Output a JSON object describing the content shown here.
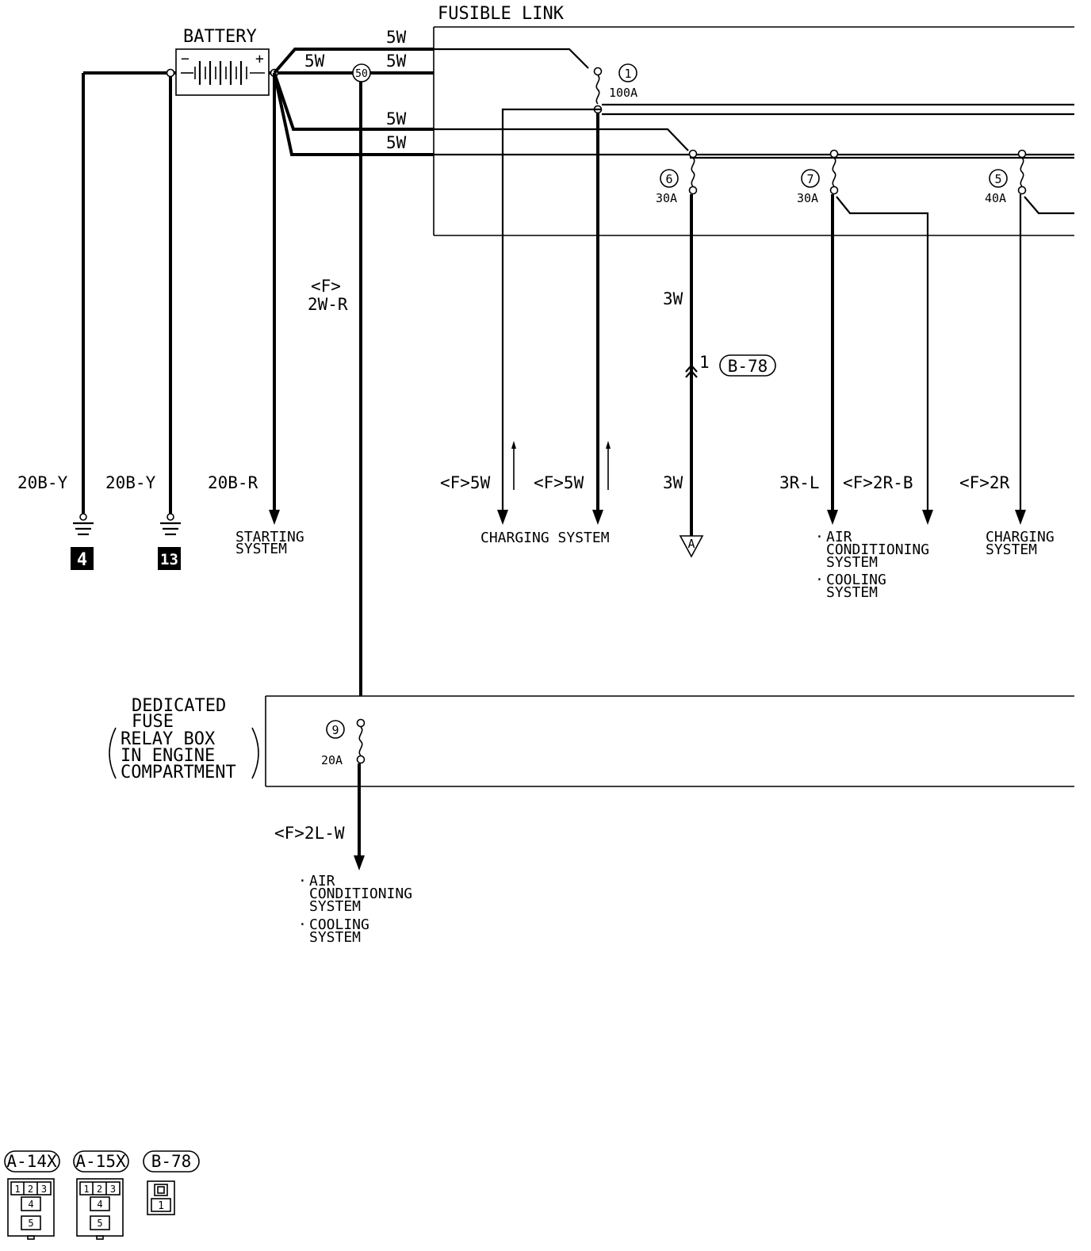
{
  "labels": {
    "fusible_link": "FUSIBLE LINK",
    "battery": "BATTERY",
    "battery_neg": "−",
    "battery_pos": "+",
    "dedicated_line1": "DEDICATED",
    "dedicated_line2": "FUSE",
    "dedicated_line3": "RELAY BOX",
    "dedicated_line4": "IN ENGINE",
    "dedicated_line5": "COMPARTMENT"
  },
  "wires": {
    "top_5w_a": "5W",
    "top_5w_b": "5W",
    "top_5w_c": "5W",
    "mid_5w_a": "5W",
    "mid_5w_b": "5W",
    "f_2w_r_a": "<F>",
    "f_2w_r_b": "2W-R",
    "w_20b_y_1": "20B-Y",
    "w_20b_y_2": "20B-Y",
    "w_20b_r": "20B-R",
    "f_5w_1": "<F>5W",
    "f_5w_2": "<F>5W",
    "w_3w_upper": "3W",
    "w_3w_lower": "3W",
    "w_3r_l": "3R-L",
    "f_2r_b": "<F>2R-B",
    "f_2r": "<F>2R",
    "f_2l_w": "<F>2L-W"
  },
  "splice": "50",
  "fuses": [
    {
      "number": "1",
      "rating": "100A"
    },
    {
      "number": "6",
      "rating": "30A"
    },
    {
      "number": "7",
      "rating": "30A"
    },
    {
      "number": "5",
      "rating": "40A"
    },
    {
      "number": "9",
      "rating": "20A"
    }
  ],
  "connector_ref": {
    "pin": "1",
    "name": "B-78"
  },
  "ground_points": [
    "4",
    "13"
  ],
  "destinations": {
    "starting_line1": "STARTING",
    "starting_line2": "SYSTEM",
    "charging_system": "CHARGING SYSTEM",
    "connector_a": "A",
    "ac1_bullet": "·",
    "ac1_line1": "AIR",
    "ac1_line2": "CONDITIONING",
    "ac1_line3": "SYSTEM",
    "cool1_bullet": "·",
    "cool1_line1": "COOLING",
    "cool1_line2": "SYSTEM",
    "charging2_line1": "CHARGING",
    "charging2_line2": "SYSTEM",
    "ac2_bullet": "·",
    "ac2_line1": "AIR",
    "ac2_line2": "CONDITIONING",
    "ac2_line3": "SYSTEM",
    "cool2_bullet": "·",
    "cool2_line1": "COOLING",
    "cool2_line2": "SYSTEM"
  },
  "legend": [
    {
      "name": "A-14X",
      "top_pins": [
        "1",
        "2",
        "3"
      ],
      "mid_pin": "4",
      "bottom_pin": "5"
    },
    {
      "name": "A-15X",
      "top_pins": [
        "1",
        "2",
        "3"
      ],
      "mid_pin": "4",
      "bottom_pin": "5"
    },
    {
      "name": "B-78",
      "pin": "1"
    }
  ]
}
